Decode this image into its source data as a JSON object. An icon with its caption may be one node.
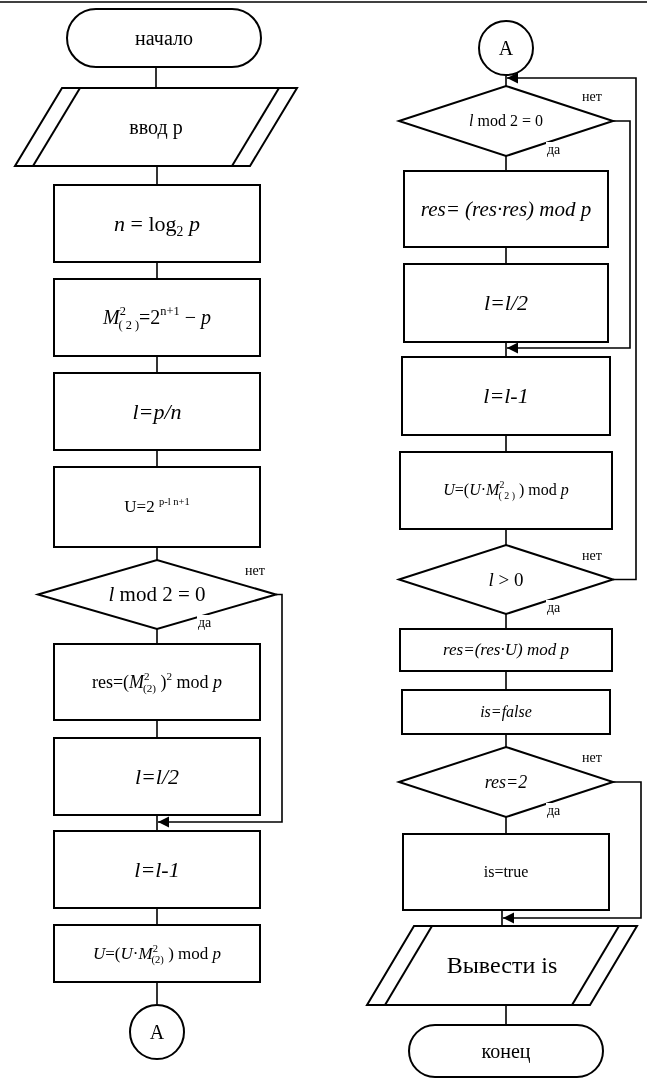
{
  "diagram": {
    "nodes": [
      {
        "text": [
          "начало"
        ]
      },
      {
        "text": [
          "ввод p"
        ]
      },
      {
        "text": [
          "*n* = log$_{2}$ *p*"
        ]
      },
      {
        "text": [
          "*M*$^{2}$$_{( 2 )}$=2$^{n+1}$ − *p*"
        ]
      },
      {
        "text": [
          "l=p/n"
        ]
      },
      {
        "text": [
          "U=2 $^{p-l n+1}$"
        ]
      },
      {
        "text": [
          "*l* mod 2 = 0"
        ]
      },
      {
        "text": [
          "res=(*M*$^{2}$$_{(2)}$ )$^{2}$ mod *p*"
        ]
      },
      {
        "text": [
          "l=l/2"
        ]
      },
      {
        "text": [
          "l=l-1"
        ]
      },
      {
        "text": [
          "*U*=(*U*·*M*$^{2}$$_{(2)}$ ) mod *p*"
        ]
      },
      {
        "text": [
          "A"
        ]
      },
      {
        "text": [
          "A"
        ]
      },
      {
        "text": [
          "*l* mod 2 = 0"
        ]
      },
      {
        "text": [
          "res= (res·res) mod p"
        ]
      },
      {
        "text": [
          "l=l/2"
        ]
      },
      {
        "text": [
          "l=l-1"
        ]
      },
      {
        "text": [
          "*U*=(*U*·*M*$^{2}$$_{( 2 )}$ ) mod *p*"
        ]
      },
      {
        "text": [
          "*l* > 0"
        ]
      },
      {
        "text": [
          "res=(res·U) mod p"
        ]
      },
      {
        "text": [
          "is=false"
        ]
      },
      {
        "text": [
          "res=2"
        ]
      },
      {
        "text": [
          "is=true"
        ]
      },
      {
        "text": [
          "Вывести is"
        ]
      },
      {
        "text": [
          "конец"
        ]
      }
    ],
    "edges": [
      {
        "from": 0,
        "to": 1,
        "arrow": "none"
      },
      {
        "from": 1,
        "to": 2,
        "arrow": "none"
      },
      {
        "from": 2,
        "to": 3,
        "arrow": "none"
      },
      {
        "from": 3,
        "to": 4,
        "arrow": "none"
      },
      {
        "from": 4,
        "to": 5,
        "arrow": "none"
      },
      {
        "from": 5,
        "to": 6,
        "arrow": "none"
      },
      {
        "from": 6,
        "to": 7,
        "arrow": "none",
        "label": "да"
      },
      {
        "from": 7,
        "to": 8,
        "arrow": "none"
      },
      {
        "from": 8,
        "to": 9,
        "arrow": "none"
      },
      {
        "from": 6,
        "to": 9,
        "arrow": "to",
        "label": "нет"
      },
      {
        "from": 9,
        "to": 10,
        "arrow": "none"
      },
      {
        "from": 10,
        "to": 11,
        "arrow": "none"
      },
      {
        "from": 12,
        "to": 13,
        "arrow": "none"
      },
      {
        "from": 13,
        "to": 14,
        "arrow": "none",
        "label": "да"
      },
      {
        "from": 14,
        "to": 15,
        "arrow": "none"
      },
      {
        "from": 13,
        "to": 16,
        "arrow": "to",
        "label": "нет"
      },
      {
        "from": 15,
        "to": 16,
        "arrow": "none"
      },
      {
        "from": 16,
        "to": 17,
        "arrow": "none"
      },
      {
        "from": 17,
        "to": 18,
        "arrow": "none"
      },
      {
        "from": 18,
        "to": 13,
        "arrow": "to",
        "label": "нет"
      },
      {
        "from": 18,
        "to": 19,
        "arrow": "none",
        "label": "да"
      },
      {
        "from": 19,
        "to": 20,
        "arrow": "none"
      },
      {
        "from": 20,
        "to": 21,
        "arrow": "none"
      },
      {
        "from": 21,
        "to": 22,
        "arrow": "none",
        "label": "да"
      },
      {
        "from": 21,
        "to": 23,
        "arrow": "to",
        "label": "нет"
      },
      {
        "from": 22,
        "to": 23,
        "arrow": "none"
      },
      {
        "from": 23,
        "to": 24,
        "arrow": "none"
      }
    ]
  }
}
